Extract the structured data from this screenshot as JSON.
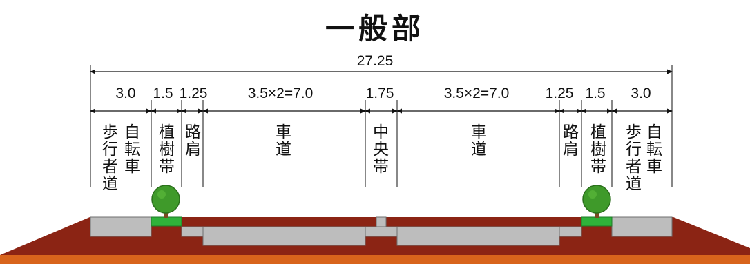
{
  "title": "一般部",
  "total_width": "27.25",
  "dimensions": [
    "3.0",
    "1.5",
    "1.25",
    "3.5×2=7.0",
    "1.75",
    "3.5×2=7.0",
    "1.25",
    "1.5",
    "3.0"
  ],
  "labels": {
    "sidewalk_ped": "歩行者道",
    "sidewalk_bike": "自転車",
    "planting": "植樹帯",
    "shoulder": "路肩",
    "carriageway": "車道",
    "median": "中央帯"
  },
  "colors": {
    "embankment": "#8b2414",
    "base": "#d8641c",
    "pavement": "#bdbdbd",
    "planting_strip": "#2fb23a",
    "tree_canopy": "#3f9a2a",
    "trunk": "#7a4a22"
  }
}
